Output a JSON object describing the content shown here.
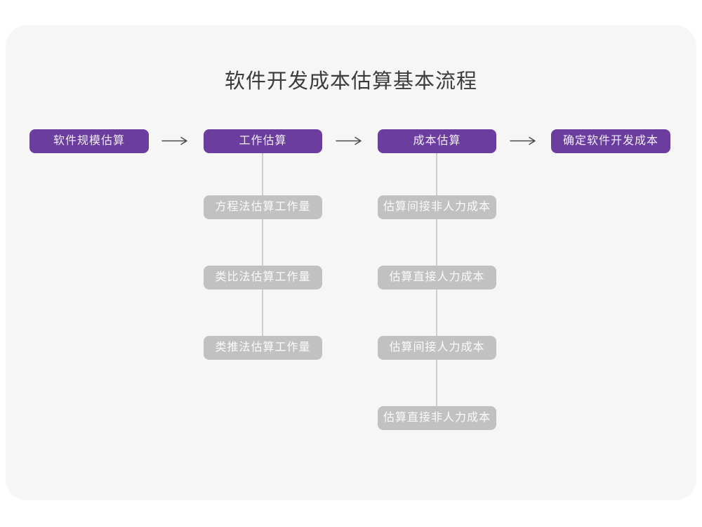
{
  "title": "软件开发成本估算基本流程",
  "colors": {
    "accent_purple": "#6A3D9E",
    "muted_node_gray": "#C1C1C1",
    "connector_gray": "#CFCFCF",
    "arrow_dark": "#4A4A4A",
    "canvas_background": "#F6F6F6"
  },
  "flow": {
    "steps": [
      {
        "label": "软件规模估算"
      },
      {
        "label": "工作估算"
      },
      {
        "label": "成本估算"
      },
      {
        "label": "确定软件开发成本"
      }
    ]
  },
  "sub_columns": [
    {
      "parent_step": "工作估算",
      "items": [
        {
          "label": "方程法估算工作量"
        },
        {
          "label": "类比法估算工作量"
        },
        {
          "label": "类推法估算工作量"
        }
      ]
    },
    {
      "parent_step": "成本估算",
      "items": [
        {
          "label": "估算间接非人力成本"
        },
        {
          "label": "估算直接人力成本"
        },
        {
          "label": "估算间接人力成本"
        },
        {
          "label": "估算直接非人力成本"
        }
      ]
    }
  ]
}
